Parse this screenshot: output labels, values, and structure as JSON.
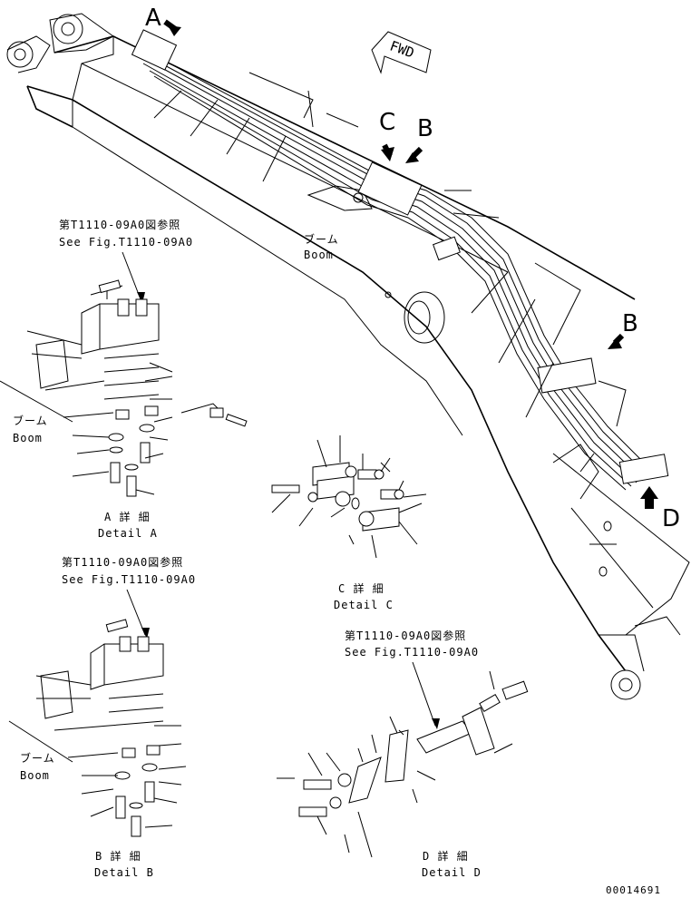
{
  "labels": {
    "view_A": "A",
    "view_B": "B",
    "view_B2": "B",
    "view_C": "C",
    "view_D": "D",
    "fwd": "FWD",
    "boom_jp_main": "ブーム",
    "boom_en_main": "Boom",
    "ref_jp": "第T1110-09A0図参照",
    "ref_en": "See Fig.T1110-09A0",
    "detail_A_jp": "A 詳 細",
    "detail_A_en": "Detail A",
    "detail_B_jp": "B 詳 細",
    "detail_B_en": "Detail B",
    "detail_C_jp": "C 詳 細",
    "detail_C_en": "Detail C",
    "detail_D_jp": "D 詳 細",
    "detail_D_en": "Detail D",
    "boom_jp_a": "ブーム",
    "boom_en_a": "Boom",
    "boom_jp_b": "ブーム",
    "boom_en_b": "Boom",
    "drawing_number": "00014691"
  }
}
